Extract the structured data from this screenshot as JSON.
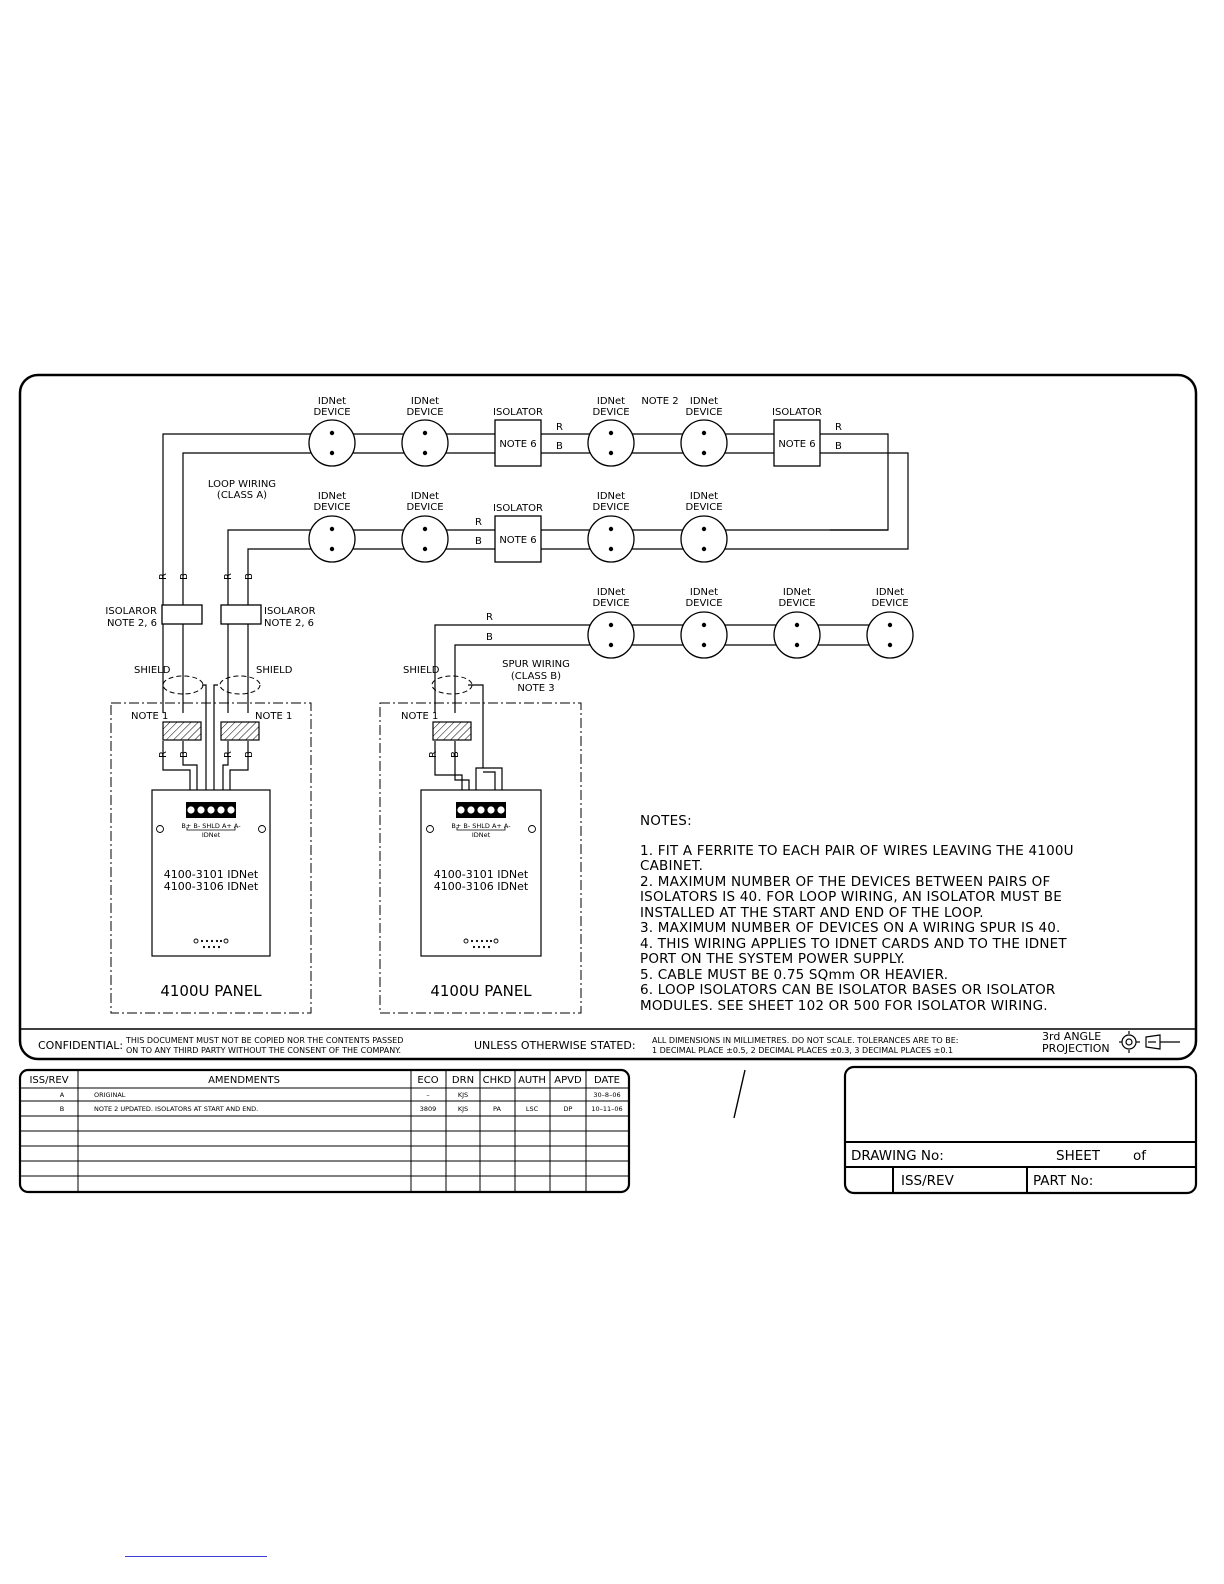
{
  "devices": {
    "idnet_label_1": "IDNet",
    "idnet_label_2": "DEVICE",
    "isolator_label": "ISOLATOR",
    "note6": "NOTE 6",
    "note2_top": "NOTE 2",
    "wire_r": "R",
    "wire_b": "B"
  },
  "loop": {
    "title_1": "LOOP WIRING",
    "title_2": "(CLASS A)",
    "isolaror_1": "ISOLAROR",
    "isolaror_note": "NOTE 2, 6",
    "shield": "SHIELD",
    "note1": "NOTE 1"
  },
  "spur": {
    "title_1": "SPUR WIRING",
    "title_2": "(CLASS B)",
    "title_3": "NOTE 3"
  },
  "panel": {
    "card_line_1": "4100-3101  IDNet",
    "card_line_2": "4100-3106  IDNet",
    "panel_label": "4100U  PANEL",
    "terminal_labels": "B+  B-  SHLD A+  A-",
    "terminal_group": "IDNet"
  },
  "notes": {
    "heading": "NOTES:",
    "lines": [
      "1.  FIT  A  FERRITE  TO  EACH  PAIR  OF  WIRES  LEAVING  THE  4100U",
      "      CABINET.",
      "2.  MAXIMUM  NUMBER  OF  THE  DEVICES  BETWEEN  PAIRS  OF",
      "      ISOLATORS  IS  40.  FOR  LOOP  WIRING,  AN  ISOLATOR  MUST  BE",
      "      INSTALLED  AT  THE  START  AND  END  OF  THE  LOOP.",
      "3.  MAXIMUM  NUMBER  OF  DEVICES  ON  A  WIRING  SPUR  IS  40.",
      "4.  THIS  WIRING  APPLIES  TO  IDNET  CARDS  AND  TO  THE  IDNET",
      "      PORT  ON  THE  SYSTEM  POWER  SUPPLY.",
      "5.  CABLE  MUST  BE  0.75  SQmm  OR  HEAVIER.",
      "6.  LOOP  ISOLATORS  CAN  BE  ISOLATOR  BASES  OR  ISOLATOR",
      "      MODULES.  SEE  SHEET  102  OR  500  FOR  ISOLATOR  WIRING."
    ]
  },
  "footer": {
    "confidential_label": "CONFIDENTIAL:",
    "confidential_1": "THIS  DOCUMENT  MUST  NOT  BE  COPIED  NOR  THE  CONTENTS  PASSED",
    "confidential_2": "ON  TO  ANY  THIRD  PARTY  WITHOUT  THE  CONSENT  OF  THE  COMPANY.",
    "unless_label": "UNLESS  OTHERWISE  STATED:",
    "tolerance_1": "ALL  DIMENSIONS  IN  MILLIMETRES.  DO  NOT  SCALE.  TOLERANCES  ARE  TO  BE:",
    "tolerance_2": "1  DECIMAL  PLACE  ±0.5,  2  DECIMAL  PLACES  ±0.3,  3  DECIMAL  PLACES  ±0.1",
    "projection_1": "3rd  ANGLE",
    "projection_2": "PROJECTION"
  },
  "revisions": {
    "headers": [
      "ISS/REV",
      "AMENDMENTS",
      "ECO",
      "DRN",
      "CHKD",
      "AUTH",
      "APVD",
      "DATE"
    ],
    "rows": [
      [
        "A",
        "ORIGINAL",
        "–",
        "KJS",
        "",
        "",
        "",
        "30–8–06"
      ],
      [
        "B",
        "NOTE  2  UPDATED.  ISOLATORS  AT  START  AND  END.",
        "3809",
        "KJS",
        "PA",
        "LSC",
        "DP",
        "10–11–06"
      ]
    ]
  },
  "title_block": {
    "drawing_no": "DRAWING  No:",
    "sheet": "SHEET",
    "of": "of",
    "iss_rev": "ISS/REV",
    "part_no": "PART  No:"
  }
}
